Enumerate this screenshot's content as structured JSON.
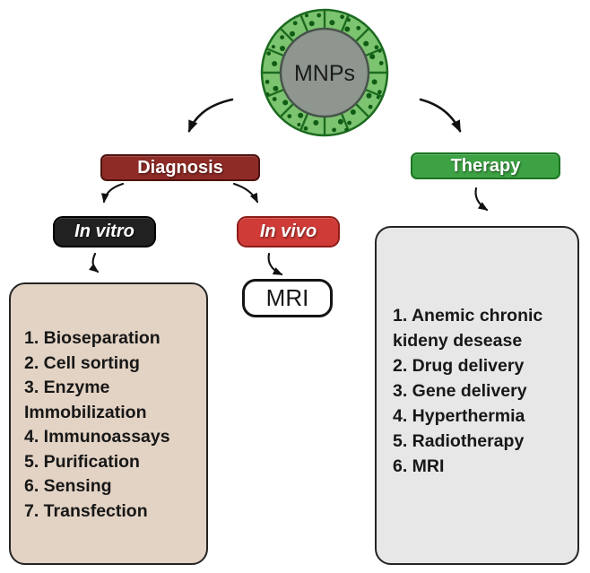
{
  "diagram": {
    "mnps": {
      "label": "MNPs"
    },
    "diagnosis": {
      "label": "Diagnosis"
    },
    "therapy": {
      "label": "Therapy"
    },
    "in_vitro": {
      "label": "In vitro"
    },
    "in_vivo": {
      "label": "In vivo"
    },
    "mri": {
      "label": "MRI"
    },
    "in_vitro_applications": [
      "1. Bioseparation",
      "2. Cell sorting",
      "3. Enzyme Immobilization",
      "4. Immunoassays",
      "5. Purification",
      "6. Sensing",
      "7. Transfection"
    ],
    "therapy_applications": [
      "1. Anemic chronic kideny desease",
      "2. Drug delivery",
      "3. Gene delivery",
      "4. Hyperthermia",
      "5. Radiotherapy",
      "6. MRI"
    ]
  },
  "colors": {
    "diagnosis_fill": "#8e2b26",
    "diagnosis_border": "#4d130f",
    "therapy_fill": "#3da244",
    "therapy_border": "#1c7421",
    "in_vitro_fill": "#212121",
    "in_vitro_border": "#000000",
    "in_vivo_fill": "#cf3b37",
    "in_vivo_border": "#8e1d18",
    "mri_fill": "#ffffff",
    "mri_border": "#141414",
    "in_vitro_box_fill": "#e3d3c4",
    "therapy_box_fill": "#e7e7e7",
    "box_border": "#242424",
    "ring_green": "#7dc470",
    "ring_dark_green": "#1c6b20",
    "ring_dot_green": "#0f5c14",
    "core_gray": "#8e968f",
    "core_border": "#47544a",
    "arrow_color": "#111111"
  }
}
